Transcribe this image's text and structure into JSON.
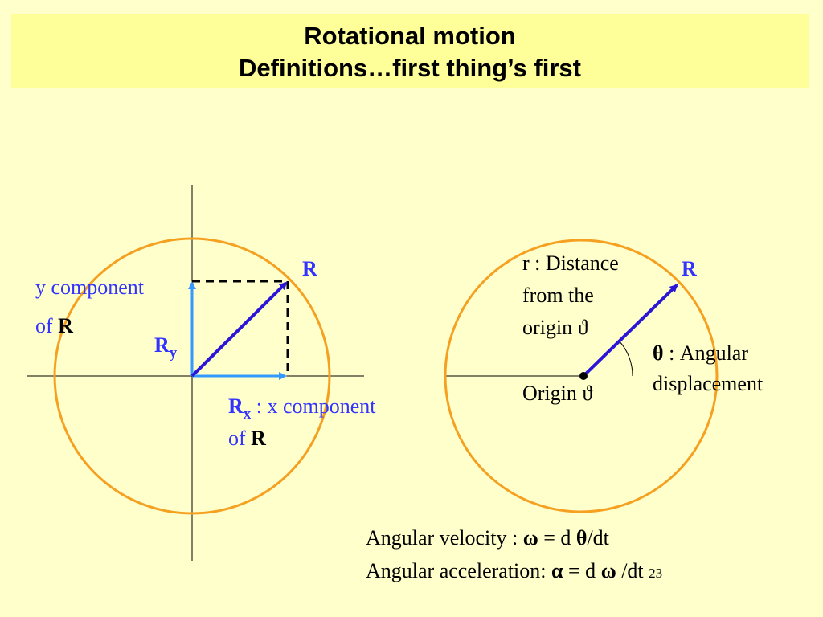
{
  "slide": {
    "title_line1": "Rotational motion",
    "title_line2": "Definitions…first thing’s first",
    "page_number": "23"
  },
  "left_diagram": {
    "vector_label": "R",
    "ry_label_main": "R",
    "ry_label_sub": "y",
    "y_component_line1": "y component",
    "y_component_of": "of ",
    "y_component_R": "R",
    "rx_main": "R",
    "rx_sub": "x",
    "rx_desc": " : x component",
    "rx_of": "of ",
    "rx_R": "R"
  },
  "right_diagram": {
    "vector_label": "R",
    "r_line1": "r : Distance",
    "r_line2": "from the",
    "r_line3": "origin ϑ",
    "origin_label": "Origin ϑ",
    "theta_symbol": "θ",
    "theta_line1": " : Angular",
    "theta_line2": "displacement"
  },
  "formulas": {
    "velocity_prefix": "Angular velocity : ",
    "velocity_symbol": "ω",
    "velocity_mid": " = d ",
    "velocity_theta": "θ",
    "velocity_suffix": "/dt",
    "accel_prefix": "Angular acceleration: ",
    "accel_symbol": "α",
    "accel_mid": " = d ",
    "accel_omega": "ω",
    "accel_suffix": " /dt"
  },
  "colors": {
    "background": "#ffffcc",
    "title_bg": "#ffff99",
    "circle": "#f5a020",
    "vector": "#2b16d6",
    "component": "#3399ff",
    "label_blue": "#3333ff"
  }
}
